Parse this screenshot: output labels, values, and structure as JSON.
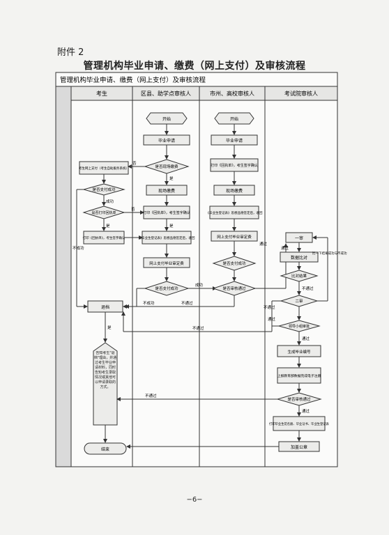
{
  "attachment": "附件 2",
  "title": "管理机构毕业申请、缴费（网上支付）及审核流程",
  "chart_title": "管理机构毕业申请、缴费（网上支付）及审核流程",
  "columns": [
    "考生",
    "区县、助学点审核人",
    "市州、高校审核人",
    "考试院审核人"
  ],
  "nodes": {
    "c1_start": "开始",
    "c1_apply": "毕业申请",
    "c1_paytype": "是否现场缴费",
    "c1_onsite": "现场缴费",
    "c1_print": "打印《回执单》，考生签字确认",
    "c1_archive": "《毕业生登记表》思想品德签定后，收回",
    "c1_online_pay": "网上支付毕业审定费",
    "c1_pay_ok": "是否支付成功",
    "c2_start": "开始",
    "c2_apply": "毕业申请",
    "c2_print": "打印《回执单》，考生签字确认",
    "c2_onsite": "现场缴费",
    "c2_archive": "《毕业生登记表》思想品德签定后，收回",
    "c2_online_pay": "网上支付毕业审定费",
    "c2_pay_ok": "是否支付成功",
    "c2_review": "是否审核通过",
    "s_online": "考生网上支付（考生自助服务系统）",
    "s_pay_ok": "是否支付成功",
    "s_receipt": "是否打印回执单",
    "s_print": "打印《回执单》，考生签字确认",
    "s_retire": "退档",
    "s_notice": "告知考生\"退档\"理由，并通过考生毕业申请材料，同时告知考生录取情况或其他可以申请录取的方式。",
    "s_end": "结束",
    "k_first": "一审",
    "k_compare": "数据比对",
    "k_compare_ok": "比对结果",
    "k_second": "二审",
    "k_group": "领导小组审批",
    "k_number": "生成毕业编号",
    "k_upload": "上报教育部数据完成电子注册",
    "k_final": "是否审核通过",
    "k_print_cert": "打印毕业生花名册、毕业证书、毕业生登记表",
    "k_stamp": "加盖公章"
  },
  "labels": {
    "yes": "是",
    "no": "否",
    "pass": "通过",
    "fail": "不通过",
    "pass_short": "成功",
    "not_success": "不成功",
    "no_pass": "不通过",
    "compare_note": "比一下结果成功与不成功"
  },
  "page_number": "−6−"
}
